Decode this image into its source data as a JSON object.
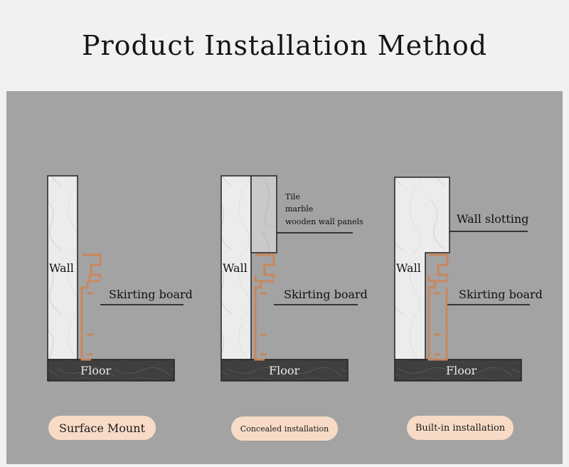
{
  "title": "Product Installation Method",
  "colors": {
    "background": "#f1f1f1",
    "panel": "#a3a3a3",
    "wall": "#ececec",
    "tile": "#c8c8c8",
    "floor": "#3e3e3e",
    "skirting_profile": "#c8875e",
    "pill": "#f7dbc6"
  },
  "diagrams": [
    {
      "wall_label": "Wall",
      "skirting_label": "Skirting board",
      "floor_label": "Floor",
      "method": "Surface Mount"
    },
    {
      "wall_label": "Wall",
      "cladding_lines": [
        "Tile",
        "marble",
        "wooden wall panels"
      ],
      "skirting_label": "Skirting board",
      "floor_label": "Floor",
      "method": "Concealed installation"
    },
    {
      "wall_label": "Wall",
      "slot_label": "Wall slotting",
      "skirting_label": "Skirting board",
      "floor_label": "Floor",
      "method": "Built-in installation"
    }
  ]
}
